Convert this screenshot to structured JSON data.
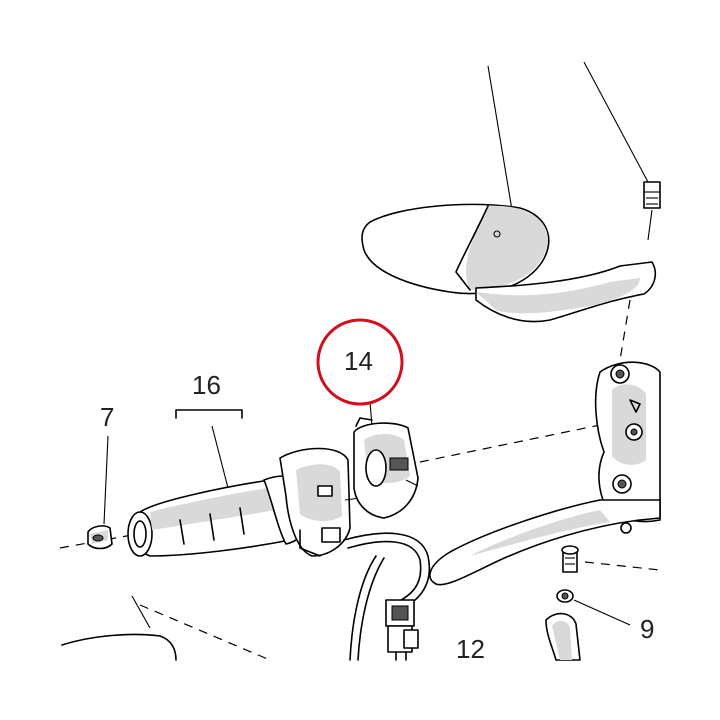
{
  "callouts": {
    "c7": "7",
    "c16": "16",
    "c14": "14",
    "c12": "12",
    "c9": "9"
  },
  "colors": {
    "highlight_circle": "#d0101c",
    "line": "#000000",
    "shade": "#d9d9d9"
  },
  "icons": [
    "highlight-circle"
  ]
}
